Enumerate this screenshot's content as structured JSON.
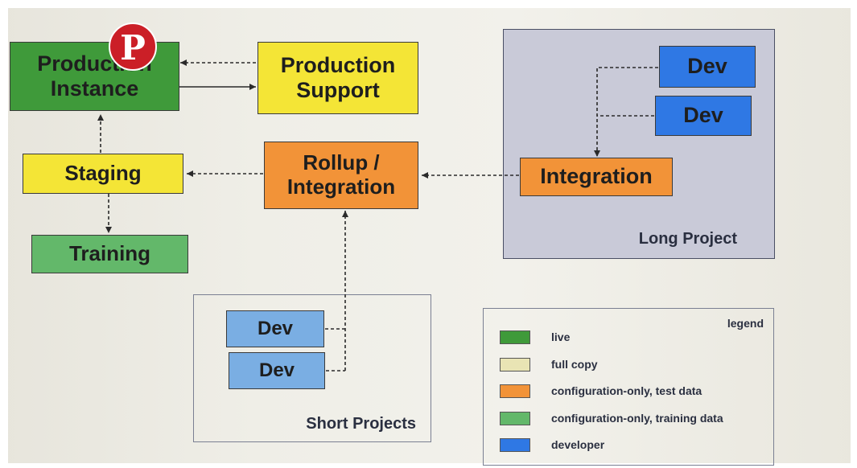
{
  "nodes": {
    "production_instance": "Production\nInstance",
    "production_support": "Production\nSupport",
    "staging": "Staging",
    "training": "Training",
    "rollup_integration": "Rollup /\nIntegration",
    "integration": "Integration",
    "long_dev_1": "Dev",
    "long_dev_2": "Dev",
    "short_dev_1": "Dev",
    "short_dev_2": "Dev"
  },
  "groups": {
    "long_project": "Long Project",
    "short_projects": "Short Projects"
  },
  "legend": {
    "title": "legend",
    "items": [
      {
        "label": "live",
        "color": "#3f9a3a"
      },
      {
        "label": "full copy",
        "color": "#e9e4b4"
      },
      {
        "label": "configuration-only, test data",
        "color": "#f29338"
      },
      {
        "label": "configuration-only, training data",
        "color": "#63b86a"
      },
      {
        "label": "developer",
        "color": "#2f78e4"
      }
    ]
  },
  "colors": {
    "live": "#3f9a3a",
    "full_copy": "#f4e536",
    "test_data": "#f29338",
    "training_data": "#63b86a",
    "developer": "#2f78e4",
    "pinterest": "#cb1f27"
  },
  "icons": {
    "overlay": "pinterest-logo-icon"
  }
}
